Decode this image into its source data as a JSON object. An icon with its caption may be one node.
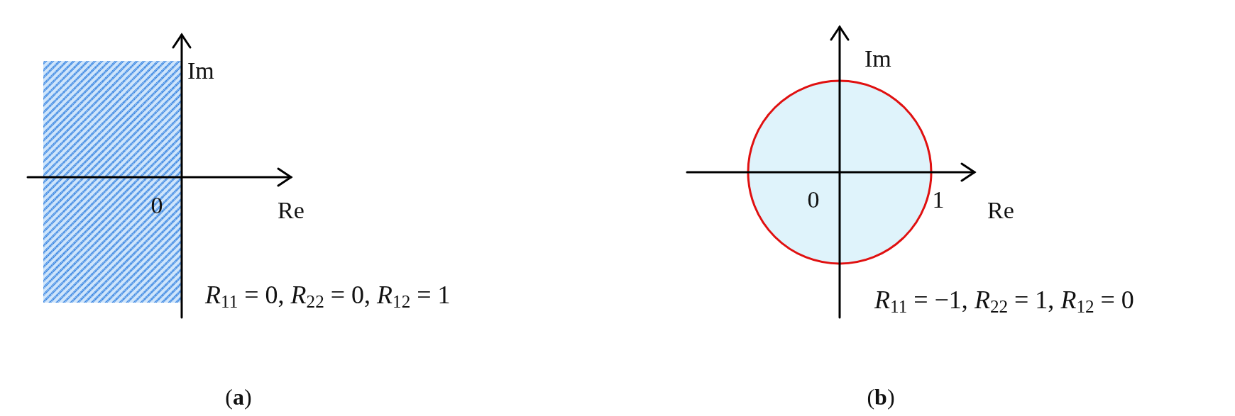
{
  "diagram": {
    "labels": [
      "Im",
      "0",
      "Re",
      "*R*$_{11}$ = 0, *R*$_{22}$ = 0, *R*$_{12}$ = 1",
      "(**a**)",
      "Im",
      "0",
      "1",
      "Re",
      "*R*$_{11}$ = −1, *R*$_{22}$ = 1, *R*$_{12}$ = 0",
      "(**b**)"
    ]
  }
}
